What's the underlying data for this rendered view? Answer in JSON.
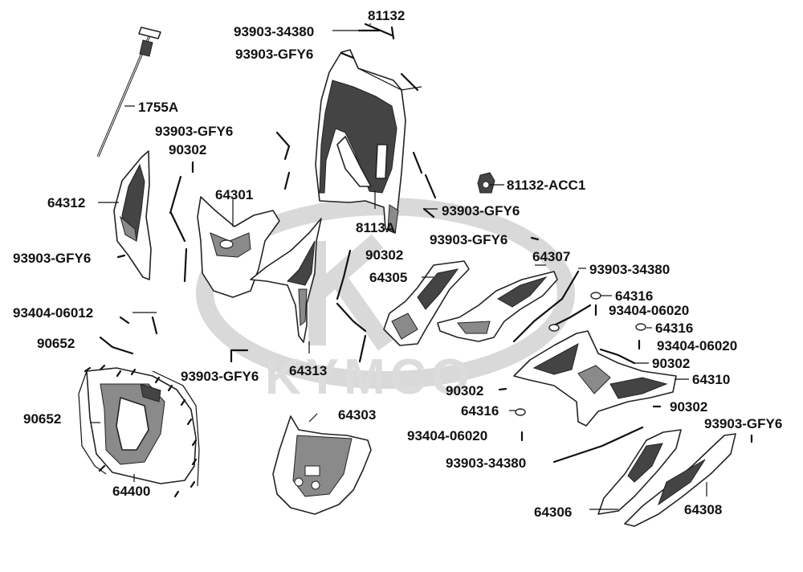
{
  "watermark": {
    "text": "KYMCO"
  },
  "labels": {
    "p81132": "81132",
    "p93903_34380_top": "93903-34380",
    "p93903_gfy6_top": "93903-GFY6",
    "p1755a": "1755A",
    "p93903_gfy6_left_top": "93903-GFY6",
    "p90302_left_top": "90302",
    "p64301": "64301",
    "p64312": "64312",
    "p8113a": "8113A",
    "p81132_acc1": "81132-ACC1",
    "p93903_gfy6_right_mid": "93903-GFY6",
    "p93903_gfy6_center": "93903-GFY6",
    "p93903_gfy6_left_mid": "93903-GFY6",
    "p90302_center": "90302",
    "p64307": "64307",
    "p93903_34380_right": "93903-34380",
    "p64305": "64305",
    "p64316_a": "64316",
    "p93404_06012": "93404-06012",
    "p93404_06020_a": "93404-06020",
    "p64316_b": "64316",
    "p90652_a": "90652",
    "p93404_06020_b": "93404-06020",
    "p90302_right_a": "90302",
    "p93903_gfy6_bottom_left": "93903-GFY6",
    "p64313": "64313",
    "p64310": "64310",
    "p90302_mid": "90302",
    "p90302_right_b": "90302",
    "p90652_b": "90652",
    "p64316_c": "64316",
    "p93903_gfy6_far_right": "93903-GFY6",
    "p64303": "64303",
    "p93404_06020_c": "93404-06020",
    "p93903_34380_bottom": "93903-34380",
    "p64400": "64400",
    "p64306": "64306",
    "p64308": "64308"
  }
}
